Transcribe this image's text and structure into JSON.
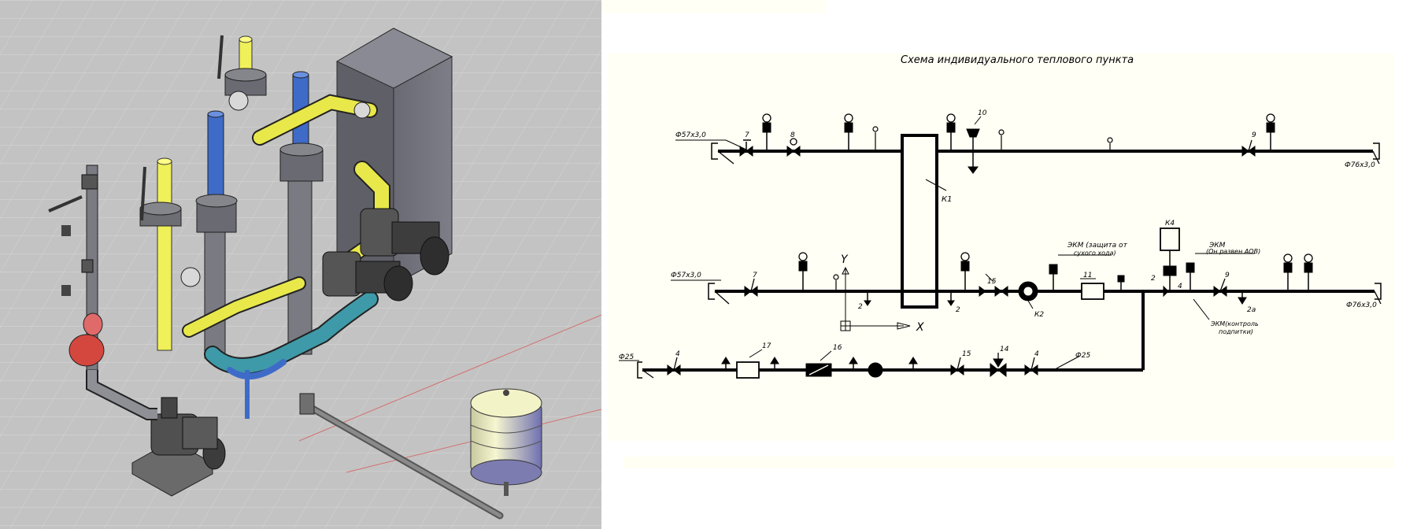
{
  "drawing": {
    "title": "Схема индивидуального теплового пункта",
    "pipe_sizes": {
      "top_left": "Ф57х3,0",
      "top_right": "Ф76х3,0",
      "mid_left": "Ф57х3,0",
      "mid_right": "Ф76х3,0",
      "bottom_left": "Ф25",
      "bottom_mid": "Ф25"
    },
    "heat_exchanger_label": "К1",
    "pump_label": "К2",
    "tank_label": "К4",
    "ekm1_label": "ЭКМ (защита от",
    "ekm1_label2": "сухого хода)",
    "ekm2_label": "ЭКМ",
    "ekm2_label2": "(Он развен АОВ)",
    "ekm3_label": "ЭКМ(контроль",
    "ekm3_label2": "подпитки)",
    "axis_y": "Y",
    "axis_x": "X",
    "numbers": {
      "n7a": "7",
      "n8": "8",
      "n10": "10",
      "n9a": "9",
      "n7b": "7",
      "n15a": "15",
      "n11": "11",
      "n2a": "2",
      "n4a": "4",
      "n9b": "9",
      "n2b": "2а",
      "n2c": "2",
      "n2d": "2",
      "n4b": "4",
      "n17": "17",
      "n16": "16",
      "n15b": "15",
      "n14": "14",
      "n4c": "4"
    }
  }
}
